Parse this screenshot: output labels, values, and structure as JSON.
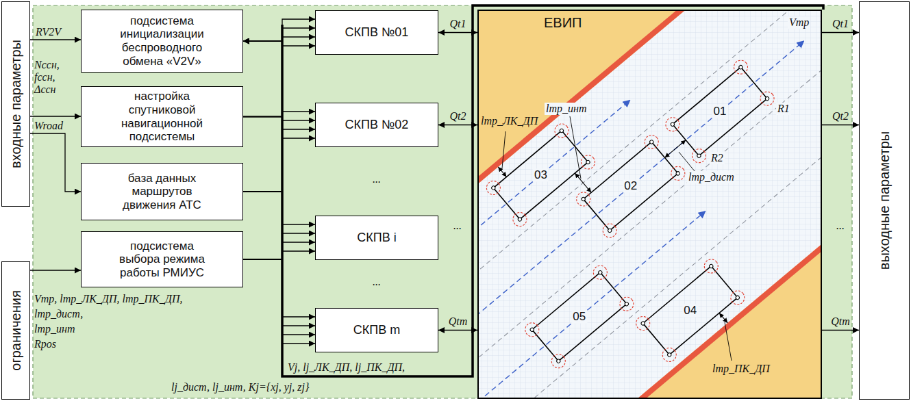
{
  "diagram": {
    "nodes": [
      {
        "text": [
          "входные параметры"
        ]
      },
      {
        "text": [
          "ограничения"
        ]
      },
      {
        "text": [
          "подсистема инициализации беспроводного обмена «V2V»"
        ]
      },
      {
        "text": [
          "настройка спутниковой навигационной подсистемы"
        ]
      },
      {
        "text": [
          "база данных маршрутов движения АТС"
        ]
      },
      {
        "text": [
          "подсистема выбора режима работы РМИУС"
        ]
      },
      {
        "text": [
          "СКПВ №01"
        ]
      },
      {
        "text": [
          "СКПВ №02"
        ]
      },
      {
        "text": [
          "СКПВ i"
        ]
      },
      {
        "text": [
          "СКПВ m"
        ]
      },
      {
        "text": [
          "ЕВИП"
        ]
      },
      {
        "text": [
          "выходные параметры"
        ]
      }
    ],
    "edges": [
      {
        "from": 0,
        "to": 2,
        "arrow": "to"
      },
      {
        "from": 0,
        "to": 3,
        "arrow": "to"
      },
      {
        "from": 0,
        "to": 4,
        "arrow": "to"
      },
      {
        "from": 1,
        "to": 5,
        "arrow": "to"
      },
      {
        "from": 2,
        "to": 6,
        "arrow": "both"
      },
      {
        "from": 2,
        "to": 7,
        "arrow": "both"
      },
      {
        "from": 2,
        "to": 8,
        "arrow": "both"
      },
      {
        "from": 2,
        "to": 9,
        "arrow": "both"
      },
      {
        "from": 3,
        "to": 6,
        "arrow": "to"
      },
      {
        "from": 3,
        "to": 7,
        "arrow": "to"
      },
      {
        "from": 3,
        "to": 8,
        "arrow": "to"
      },
      {
        "from": 3,
        "to": 9,
        "arrow": "to"
      },
      {
        "from": 4,
        "to": 6,
        "arrow": "to"
      },
      {
        "from": 4,
        "to": 7,
        "arrow": "to"
      },
      {
        "from": 4,
        "to": 8,
        "arrow": "to"
      },
      {
        "from": 4,
        "to": 9,
        "arrow": "to"
      },
      {
        "from": 5,
        "to": 6,
        "arrow": "to"
      },
      {
        "from": 5,
        "to": 7,
        "arrow": "to"
      },
      {
        "from": 5,
        "to": 8,
        "arrow": "to"
      },
      {
        "from": 5,
        "to": 9,
        "arrow": "to"
      },
      {
        "from": 6,
        "to": 10,
        "label": "Qt1",
        "arrow": "both"
      },
      {
        "from": 7,
        "to": 10,
        "label": "Qt2",
        "arrow": "both"
      },
      {
        "from": 9,
        "to": 10,
        "label": "Qtm",
        "arrow": "both"
      },
      {
        "from": 10,
        "to": 11,
        "label": "Qt1",
        "arrow": "to"
      },
      {
        "from": 10,
        "to": 11,
        "label": "Qt2",
        "arrow": "to"
      },
      {
        "from": 10,
        "to": 11,
        "label": "Qtm",
        "arrow": "to"
      }
    ],
    "labels": [
      "RV2V",
      "Nссн, fссн, Δссн",
      "Wroad",
      "Vтр, lтр_ЛК_ДП, lтр_ПК_ДП,",
      "lтр_дист,",
      "lтр_инт",
      "Rpos",
      "...",
      "...",
      "Vj, lj_ЛК_ДП, lj_ПК_ДП,",
      "lj_дист, lj_инт, Kj={xj, yj, zj}",
      "...",
      "...",
      "Vтр",
      "lтр_ЛК_ДП",
      "lтр_инт",
      "lтр_дист",
      "01",
      "R1",
      "R2",
      "03",
      "02",
      "05",
      "04",
      "lтр_ПК_ДП"
    ]
  }
}
